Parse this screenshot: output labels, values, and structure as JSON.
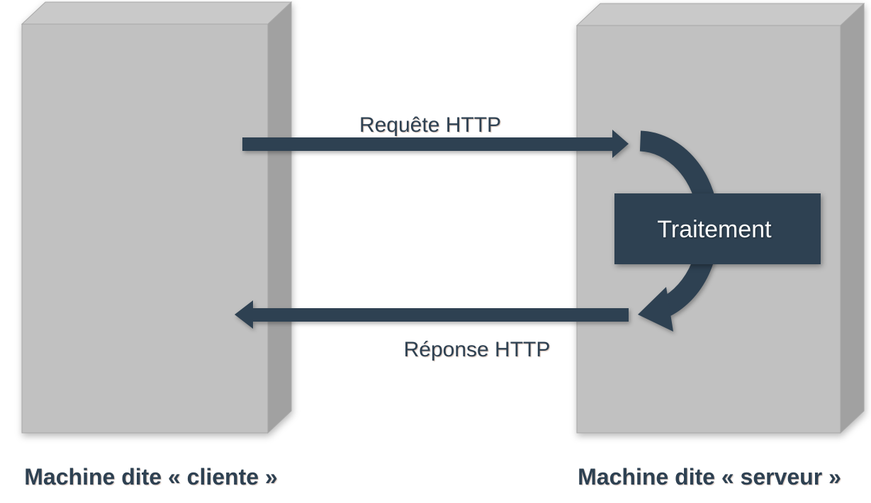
{
  "diagram": {
    "request_label": "Requête HTTP",
    "response_label": "Réponse HTTP",
    "process_label": "Traitement",
    "client_label": "Machine dite « cliente »",
    "server_label": "Machine dite « serveur »",
    "colors": {
      "accent": "#2e4152",
      "label_text": "#2e4152",
      "process_text": "#ffffff",
      "box_front": "#c1c1c1",
      "box_top": "#c9c9c9",
      "box_side": "#a1a1a1",
      "background": "#ffffff"
    }
  }
}
